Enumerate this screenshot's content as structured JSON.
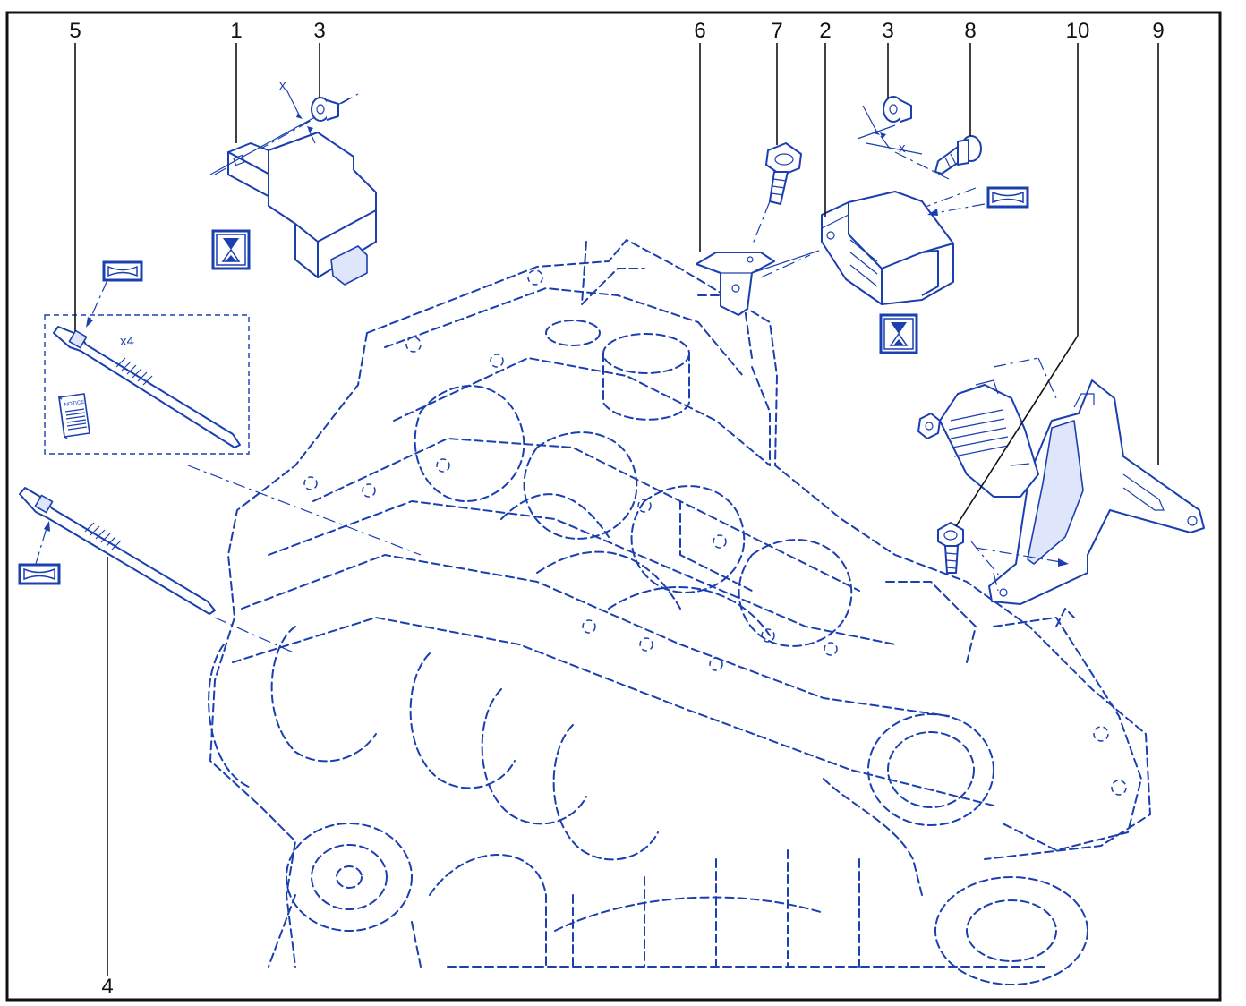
{
  "callouts": [
    {
      "id": "5",
      "label": "5"
    },
    {
      "id": "1",
      "label": "1"
    },
    {
      "id": "3a",
      "label": "3"
    },
    {
      "id": "6",
      "label": "6"
    },
    {
      "id": "7",
      "label": "7"
    },
    {
      "id": "2",
      "label": "2"
    },
    {
      "id": "3b",
      "label": "3"
    },
    {
      "id": "8",
      "label": "8"
    },
    {
      "id": "10",
      "label": "10"
    },
    {
      "id": "9",
      "label": "9"
    },
    {
      "id": "4",
      "label": "4"
    }
  ],
  "annotations": {
    "quantity": "x4",
    "clearance_a": "x",
    "clearance_b": "x",
    "notice": "NOTICE"
  },
  "colors": {
    "line": "#1a3fb0",
    "callout_text": "#111111",
    "frame": "#111111",
    "background": "#ffffff"
  },
  "icons": [
    "hourglass-icon",
    "grease-symbol-icon",
    "notice-booklet-icon"
  ]
}
